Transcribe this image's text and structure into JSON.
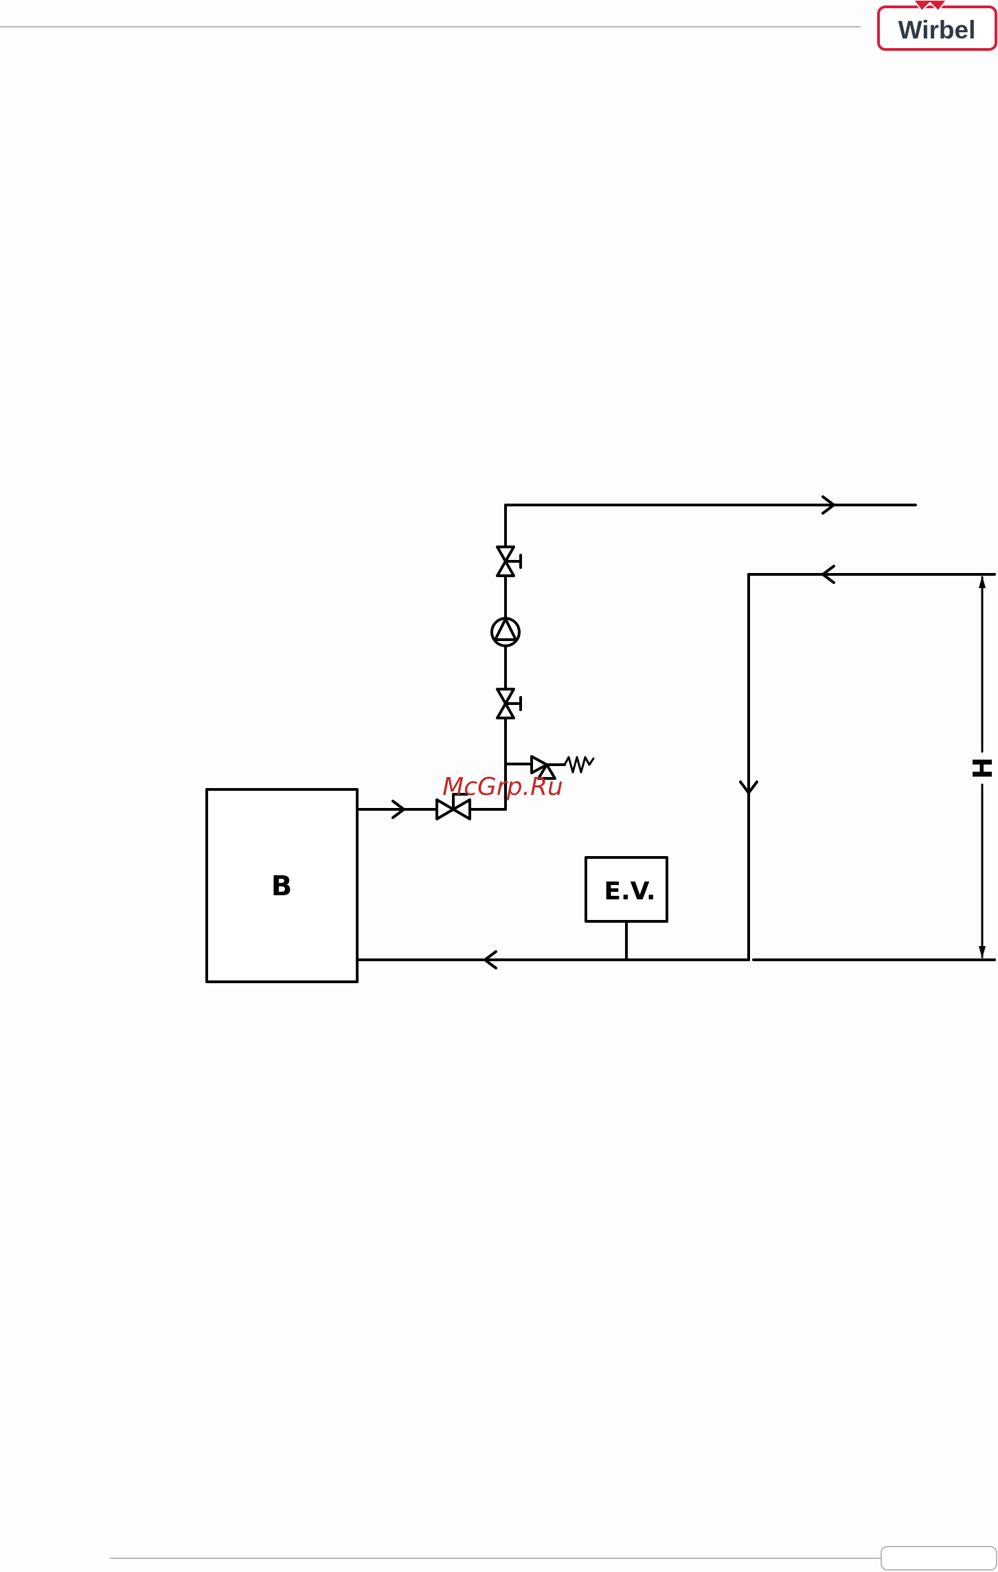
{
  "brand": {
    "logo_text": "Wirbel",
    "colors": {
      "logo_red": "#d81e3a",
      "logo_text": "#2f3a47"
    }
  },
  "diagram": {
    "boiler_label": "B",
    "expansion_vessel_label": "E.V.",
    "height_label": "H",
    "icons": [
      "globe-valve-icon",
      "circulation-pump-icon",
      "safety-valve-icon",
      "gate-valve-icon",
      "flow-arrow-icon"
    ]
  },
  "watermark": {
    "text": "McGrp.Ru",
    "color": "#c62828"
  }
}
